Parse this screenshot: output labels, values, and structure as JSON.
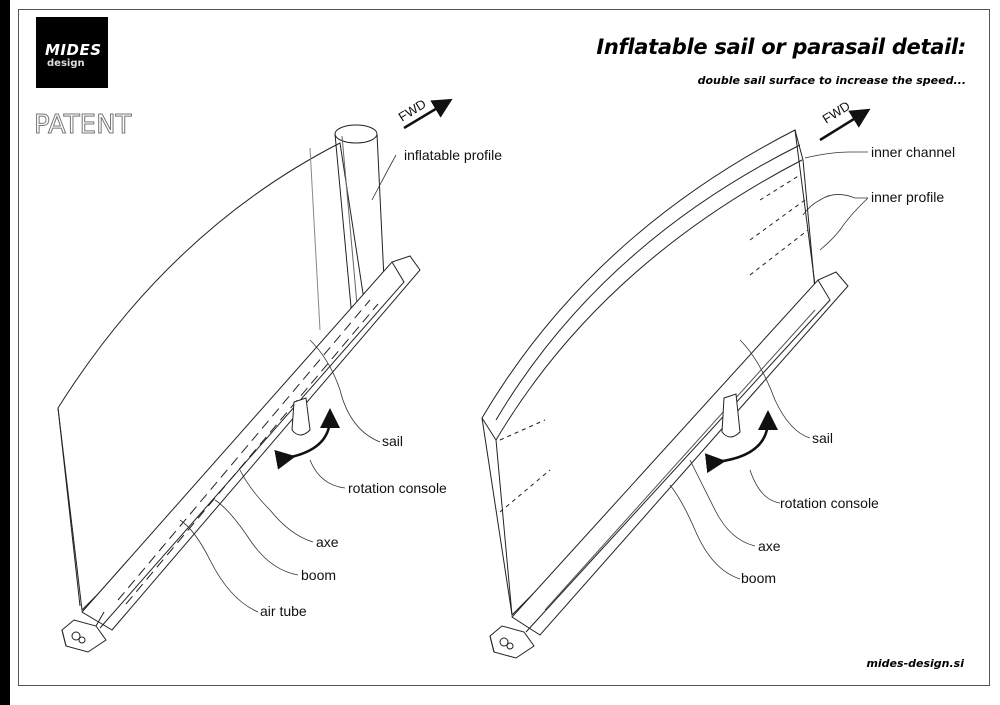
{
  "header": {
    "logo_line1": "MIDES",
    "logo_line2": "design",
    "stamp": "PATENT",
    "title": "Inflatable sail or parasail detail:",
    "subtitle": "double sail surface to increase the speed..."
  },
  "footer": {
    "website": "mides-design.si"
  },
  "left_figure": {
    "direction": "FWD",
    "labels": {
      "inflatable_profile": "inflatable profile",
      "sail": "sail",
      "rotation_console": "rotation console",
      "axe": "axe",
      "boom": "boom",
      "air_tube": "air tube"
    }
  },
  "right_figure": {
    "direction": "FWD",
    "labels": {
      "inner_channel": "inner channel",
      "inner_profile": "inner profile",
      "sail": "sail",
      "rotation_console": "rotation console",
      "axe": "axe",
      "boom": "boom"
    }
  },
  "colors": {
    "ink": "#111111",
    "frame": "#555555",
    "logo_bg": "#000000"
  }
}
